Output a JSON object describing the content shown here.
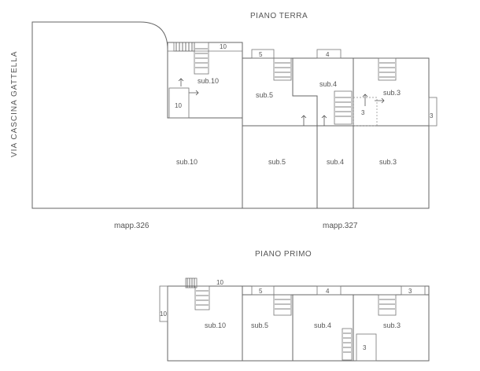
{
  "street": "VIA CASCINA GATTELLA",
  "ground": {
    "title": "PIANO TERRA",
    "units_top": [
      "sub.10",
      "sub.5",
      "sub.4",
      "sub.3"
    ],
    "units_bottom": [
      "sub.10",
      "sub.5",
      "sub.4",
      "sub.3"
    ],
    "markers": [
      "10",
      "5",
      "4",
      "3",
      "3",
      "10"
    ],
    "mapp_left": "mapp.326",
    "mapp_right": "mapp.327"
  },
  "first": {
    "title": "PIANO PRIMO",
    "units": [
      "sub.10",
      "sub.5",
      "sub.4",
      "sub.3"
    ],
    "markers": [
      "10",
      "5",
      "4",
      "3",
      "10",
      "3"
    ]
  }
}
